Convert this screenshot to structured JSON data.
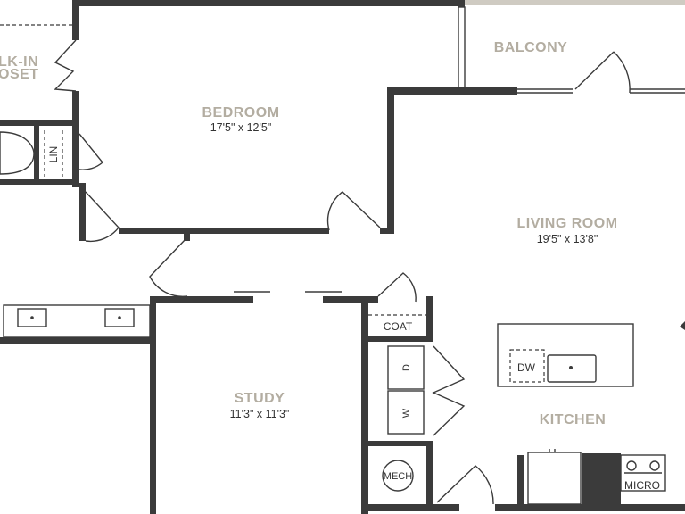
{
  "rooms": {
    "walk_in_closet": {
      "name_line1": "LK-IN",
      "name_line2": "OSET"
    },
    "bedroom": {
      "name": "BEDROOM",
      "dims": "17'5\" x 12'5\""
    },
    "balcony": {
      "name": "BALCONY"
    },
    "living_room": {
      "name": "LIVING ROOM",
      "dims": "19'5\" x 13'8\""
    },
    "study": {
      "name": "STUDY",
      "dims": "11'3\" x 11'3\""
    },
    "kitchen": {
      "name": "KITCHEN"
    }
  },
  "labels": {
    "linen": "LIN",
    "coat": "COAT",
    "dryer": "D",
    "washer": "W",
    "mech": "MECH",
    "dishwasher": "DW",
    "microwave": "MICRO"
  },
  "colors": {
    "wall": "#3b3b3b",
    "room_name": "#b3ada1",
    "balcony_rail": "#cfcbc2"
  }
}
